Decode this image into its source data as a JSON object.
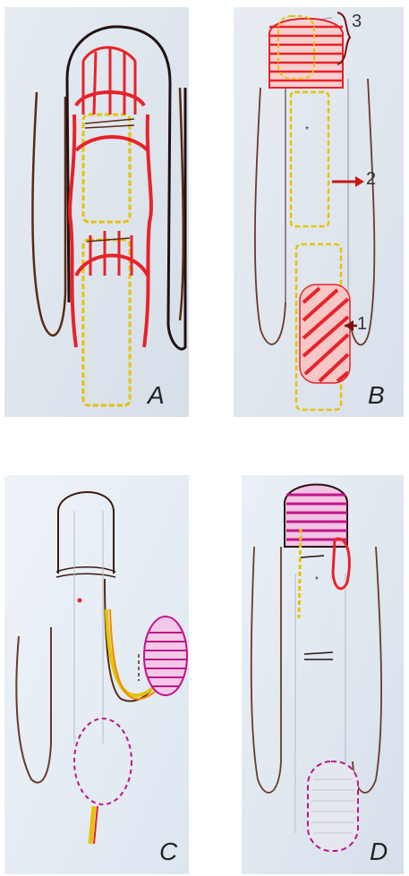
{
  "figure": {
    "panels": [
      {
        "letter": "A"
      },
      {
        "letter": "B",
        "callouts": [
          "3",
          "2",
          "1"
        ]
      },
      {
        "letter": "C"
      },
      {
        "letter": "D"
      }
    ]
  },
  "colors": {
    "panel_background": "#dfe6ee",
    "outline_brown": "#5a2a14",
    "red": "#e8222a",
    "yellow": "#e6c20a",
    "magenta": "#c0148a",
    "orange": "#f08a00",
    "grey_line": "#9aa0a8"
  }
}
